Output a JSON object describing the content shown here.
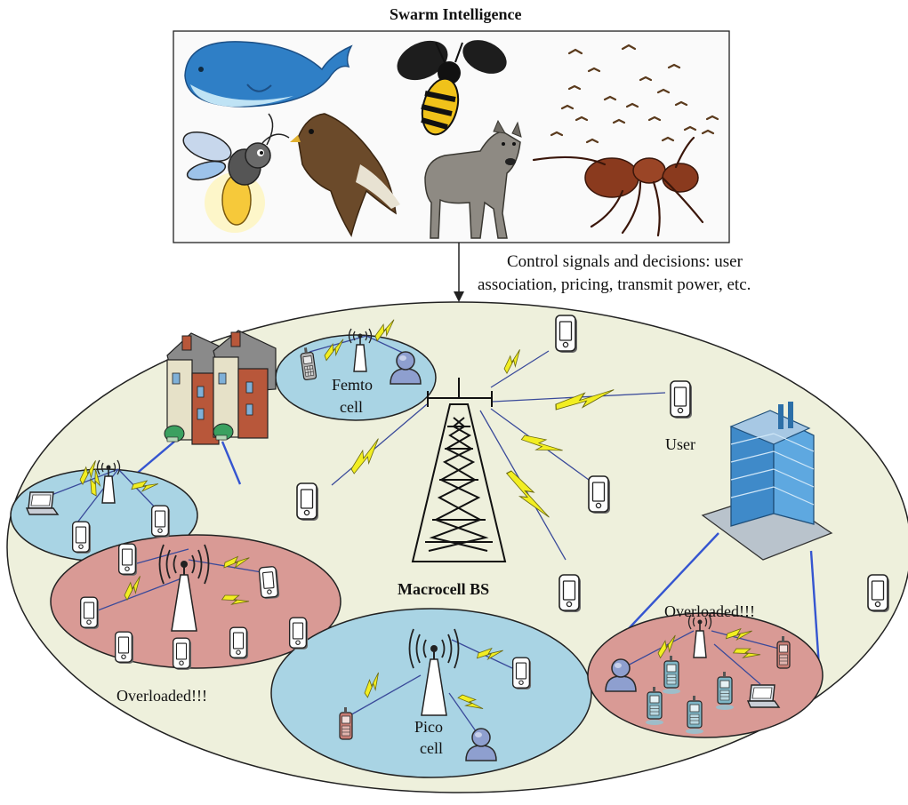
{
  "header": {
    "title": "Swarm Intelligence",
    "caption_line1": "Control signals and decisions: user",
    "caption_line2": "association, pricing, transmit power, etc."
  },
  "animals": [
    "whale",
    "bee",
    "birds",
    "firefly",
    "hawk",
    "wolf",
    "ant"
  ],
  "network": {
    "macro_label": "Macrocell BS",
    "femto_line1": "Femto",
    "femto_line2": "cell",
    "pico_line1": "Pico",
    "pico_line2": "cell",
    "user_label": "User",
    "overloaded_left": "Overloaded!!!",
    "overloaded_right": "Overloaded!!!"
  },
  "colors": {
    "macro_area": "#eef0dc",
    "small_cell_blue": "#a9d4e4",
    "overloaded_red": "#d99a95",
    "backhaul_link": "#3555d0",
    "lightning": "#f2ee22"
  }
}
